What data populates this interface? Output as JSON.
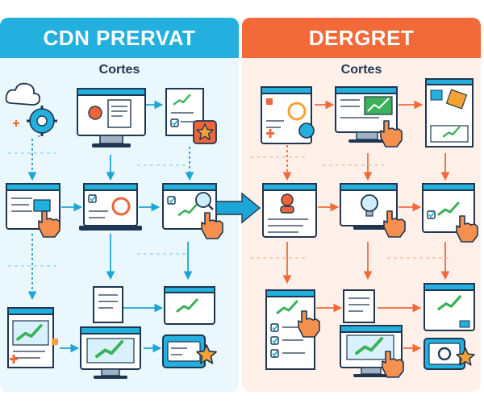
{
  "left": {
    "title": "CDN PRERVAT",
    "subtitle": "Cortes",
    "accent": "#23b0de"
  },
  "right": {
    "title": "DERGRET",
    "subtitle": "Cortes",
    "accent": "#f26a3a"
  },
  "colors": {
    "left_bg": "#eaf7fc",
    "right_bg": "#fff1ea",
    "outline": "#1f3650",
    "window_bar": "#23b0de",
    "chart_green": "#3cb15a",
    "hand_orange": "#f6904e",
    "marker_red": "#f0643a"
  },
  "icons": [
    "cloud-icon",
    "gear-icon",
    "monitor-icon",
    "document-icon",
    "star-badge-icon",
    "browser-window-icon",
    "pointer-hand-icon",
    "line-chart-icon",
    "checkbox-icon",
    "lightbulb-icon",
    "user-icon",
    "card-icon",
    "arrow-icon"
  ]
}
